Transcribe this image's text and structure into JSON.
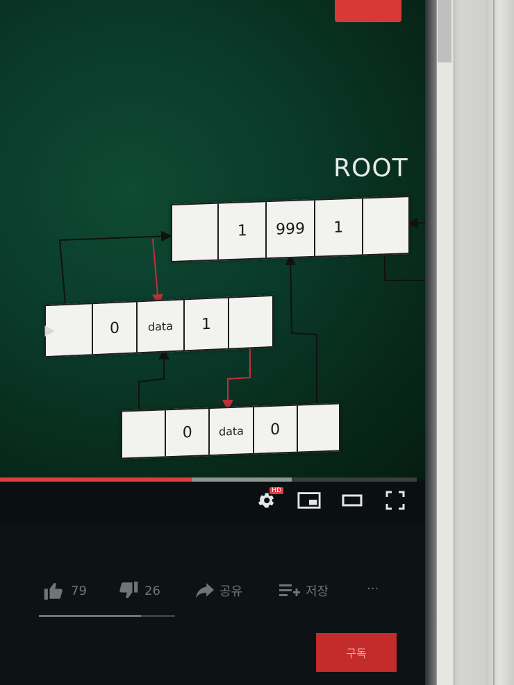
{
  "diagram": {
    "root_label": "ROOT",
    "root_node": [
      "",
      "1",
      "999",
      "1",
      ""
    ],
    "mid_node": [
      "",
      "0",
      "data",
      "1",
      ""
    ],
    "low_node": [
      "",
      "0",
      "data",
      "0",
      ""
    ]
  },
  "player": {
    "progress_played": 0.46,
    "progress_buffered": 0.7,
    "hd_badge": "HD",
    "settings_icon": "gear-icon",
    "miniplayer_icon": "miniplayer-icon",
    "theater_icon": "theater-mode-icon",
    "fullscreen_icon": "fullscreen-icon"
  },
  "actions": {
    "like_count": "79",
    "dislike_count": "26",
    "share_label": "공유",
    "save_label": "저장",
    "more_label": "···",
    "like_ratio": 0.75
  },
  "subscribe_label": "구독",
  "colors": {
    "accent_red": "#e43b3b",
    "video_bg": "#0a3a2a",
    "arrow_red": "#c0303a"
  }
}
